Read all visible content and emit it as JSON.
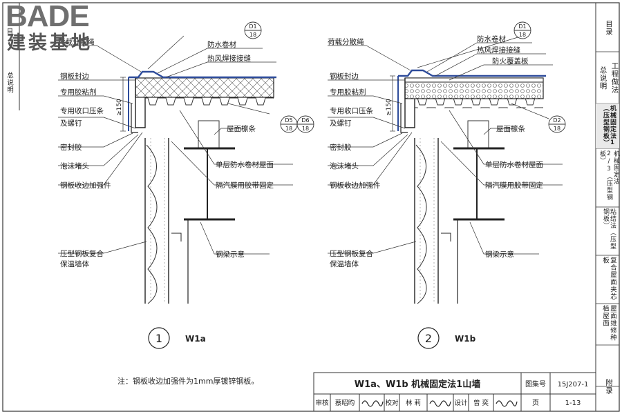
{
  "logo": {
    "mark": "BADE",
    "name": "建装基地"
  },
  "side_tabs": [
    {
      "label": "目录",
      "active": false
    },
    {
      "label": "总说明",
      "active": false
    },
    {
      "label": "工程做法",
      "active": false
    },
    {
      "label": "机械固定法1（压型钢板）",
      "active": true
    },
    {
      "label": "机械固定法2/3（压型钢板）",
      "active": false
    },
    {
      "label": "粘结法（压型钢板）",
      "active": false
    },
    {
      "label": "复合屋面夹芯板",
      "active": false
    },
    {
      "label": "屋面维修种植屋面",
      "active": false
    },
    {
      "label": "附录",
      "active": false
    }
  ],
  "left_tabs": [
    "目",
    "总说明"
  ],
  "detail1": {
    "number": "1",
    "code": "W1a",
    "top_label": "荷载分散绳",
    "ref_top": {
      "top": "D1",
      "bottom": "18"
    },
    "refs_right": [
      {
        "top": "D5",
        "bottom": "18"
      },
      {
        "top": "D6",
        "bottom": "18"
      }
    ],
    "dim": "≥150",
    "labels_left": [
      "钢板封边",
      "专用胶粘剂",
      "专用收口压条",
      "及螺钉",
      "密封胶",
      "泡沫堵头",
      "钢板收边加强件",
      "压型钢板复合",
      "保温墙体"
    ],
    "labels_right": [
      "防水卷材",
      "热风焊接接缝",
      "屋面檩条",
      "单层防水卷材屋面",
      "隔汽膜用胶带固定",
      "钢梁示意"
    ]
  },
  "detail2": {
    "number": "2",
    "code": "W1b",
    "top_label": "荷载分散绳",
    "ref_top": {
      "top": "D1",
      "bottom": "18"
    },
    "refs_right": [
      {
        "top": "D2",
        "bottom": "18"
      }
    ],
    "dim": "≥150",
    "labels_left": [
      "钢板封边",
      "专用胶粘剂",
      "专用收口压条",
      "及螺钉",
      "密封胶",
      "泡沫堵头",
      "钢板收边加强件",
      "压型钢板复合",
      "保温墙体"
    ],
    "labels_right": [
      "防水卷材",
      "热风焊接接缝",
      "防火覆盖板",
      "屋面檩条",
      "单层防水卷材屋面",
      "隔汽膜用胶带固定",
      "钢梁示意"
    ]
  },
  "note": "注：钢板收边加强件为1mm厚镀锌钢板。",
  "title_block": {
    "title": "W1a、W1b 机械固定法1山墙",
    "atlas_label": "图集号",
    "atlas_no": "15J207-1",
    "review_label": "审核",
    "review_name": "蔡昭昀",
    "check_label": "校对",
    "check_name": "林 莉",
    "design_label": "设计",
    "design_name": "曾 奕",
    "page_label": "页",
    "page_no": "1-13"
  }
}
